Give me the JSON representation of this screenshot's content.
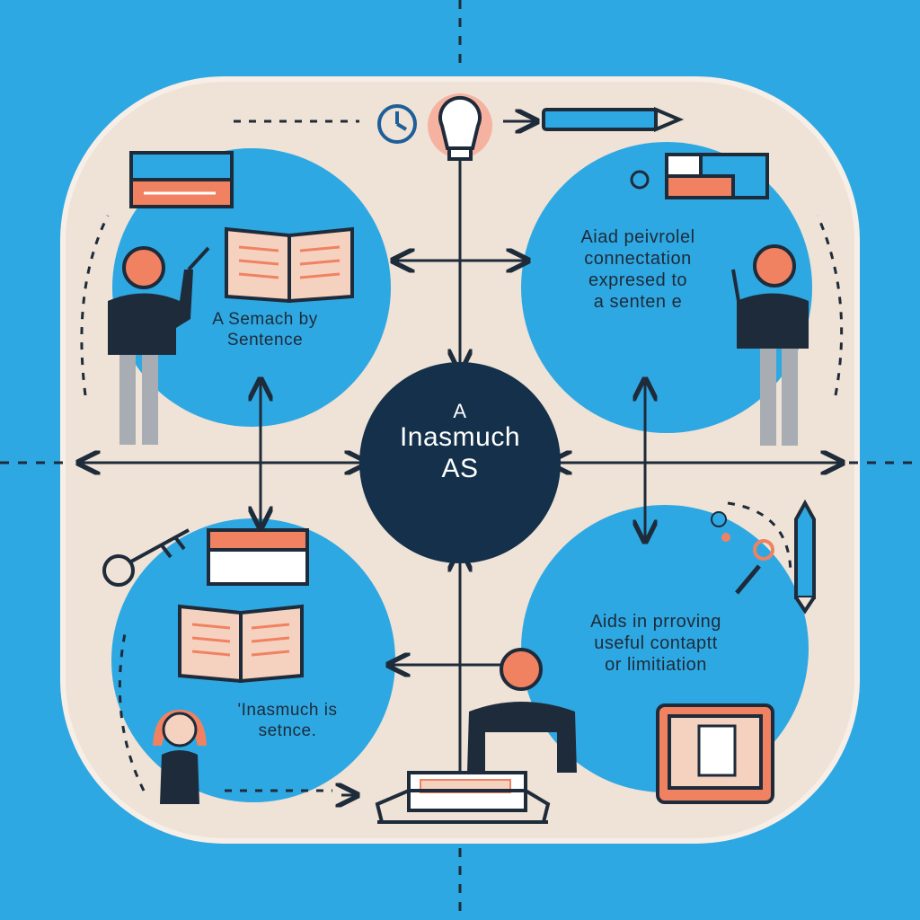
{
  "colors": {
    "background": "#2ea8e2",
    "panel": "#efe2d6",
    "circle": "#2ea8e2",
    "hub": "#14304a",
    "line": "#1e2b3a",
    "accent": "#f08262"
  },
  "center": {
    "line1": "A",
    "line2": "Inasmuch",
    "line3": "AS"
  },
  "quadrants": {
    "top_left": {
      "line1": "A Semach by",
      "line2": "Sentence"
    },
    "top_right": {
      "line1": "Aiad peivrolel",
      "line2": "connectation",
      "line3": "expresed to",
      "line4": "a senten e"
    },
    "bottom_left": {
      "line1": "'Inasmuch is",
      "line2": "setnce."
    },
    "bottom_right": {
      "line1": "Aids in prroving",
      "line2": "useful contaptt",
      "line3": "or limitiation"
    }
  },
  "icons": [
    "clock-icon",
    "lightbulb-icon",
    "pen-icon",
    "book-stack-icon",
    "open-book-icon",
    "person-icon",
    "cards-icon",
    "key-icon",
    "laptop-icon",
    "pencil-icon",
    "screen-icon"
  ]
}
